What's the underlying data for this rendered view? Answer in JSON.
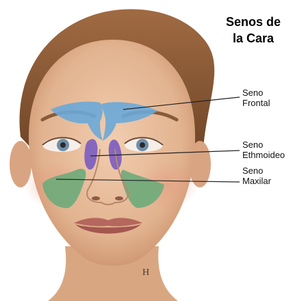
{
  "title": {
    "line1": "Senos de",
    "line2": "la Cara"
  },
  "labels": {
    "frontal": {
      "line1": "Seno",
      "line2": "Frontal"
    },
    "ethmoid": {
      "line1": "Seno",
      "line2": "Ethmoideo"
    },
    "maxillary": {
      "line1": "Seno",
      "line2": "Maxilar"
    }
  },
  "signature": "H",
  "colors": {
    "frontal": "#6aa8d8",
    "ethmoid": "#7a5cc0",
    "maxillary": "#6dab7a",
    "skin": "#e4b896",
    "hair": "#8a5a36",
    "leader_line": "#222222"
  }
}
